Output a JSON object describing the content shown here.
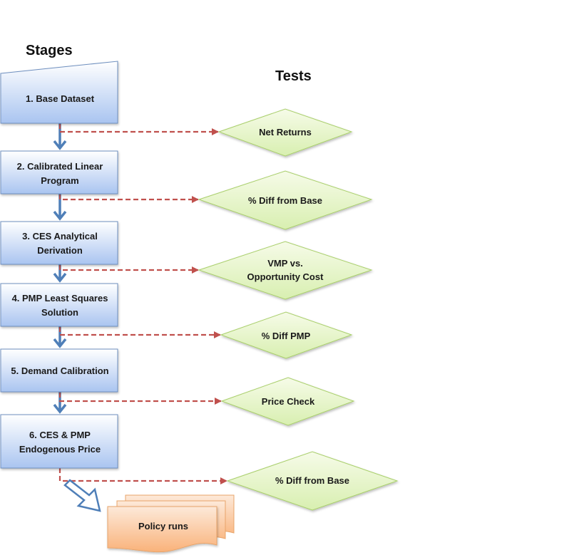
{
  "headings": {
    "stages": "Stages",
    "tests": "Tests"
  },
  "stages": [
    {
      "line1": "1. Base Dataset",
      "line2": ""
    },
    {
      "line1": "2. Calibrated Linear",
      "line2": "Program"
    },
    {
      "line1": "3. CES Analytical",
      "line2": "Derivation"
    },
    {
      "line1": "4. PMP Least Squares",
      "line2": "Solution"
    },
    {
      "line1": "5. Demand Calibration",
      "line2": ""
    },
    {
      "line1": "6. CES & PMP",
      "line2": "Endogenous Price"
    }
  ],
  "tests": [
    {
      "line1": "Net Returns",
      "line2": ""
    },
    {
      "line1": "% Diff from Base",
      "line2": ""
    },
    {
      "line1": "VMP vs.",
      "line2": "Opportunity Cost"
    },
    {
      "line1": "% Diff PMP",
      "line2": ""
    },
    {
      "line1": "Price Check",
      "line2": ""
    },
    {
      "line1": "% Diff from Base",
      "line2": ""
    }
  ],
  "output": {
    "label": "Policy runs"
  },
  "colors": {
    "stage_fill_top": "#ffffff",
    "stage_fill_bottom": "#a9c4f0",
    "stage_border": "#6e8fbf",
    "test_fill_top": "#f6fbe8",
    "test_fill_bottom": "#d8efb0",
    "test_border": "#a9cf6b",
    "flow_arrow": "#4f7fb8",
    "test_arrow": "#c0504d",
    "output_fill_top": "#fde9d9",
    "output_fill_bottom": "#f9b27a",
    "output_border": "#e8a46a"
  }
}
